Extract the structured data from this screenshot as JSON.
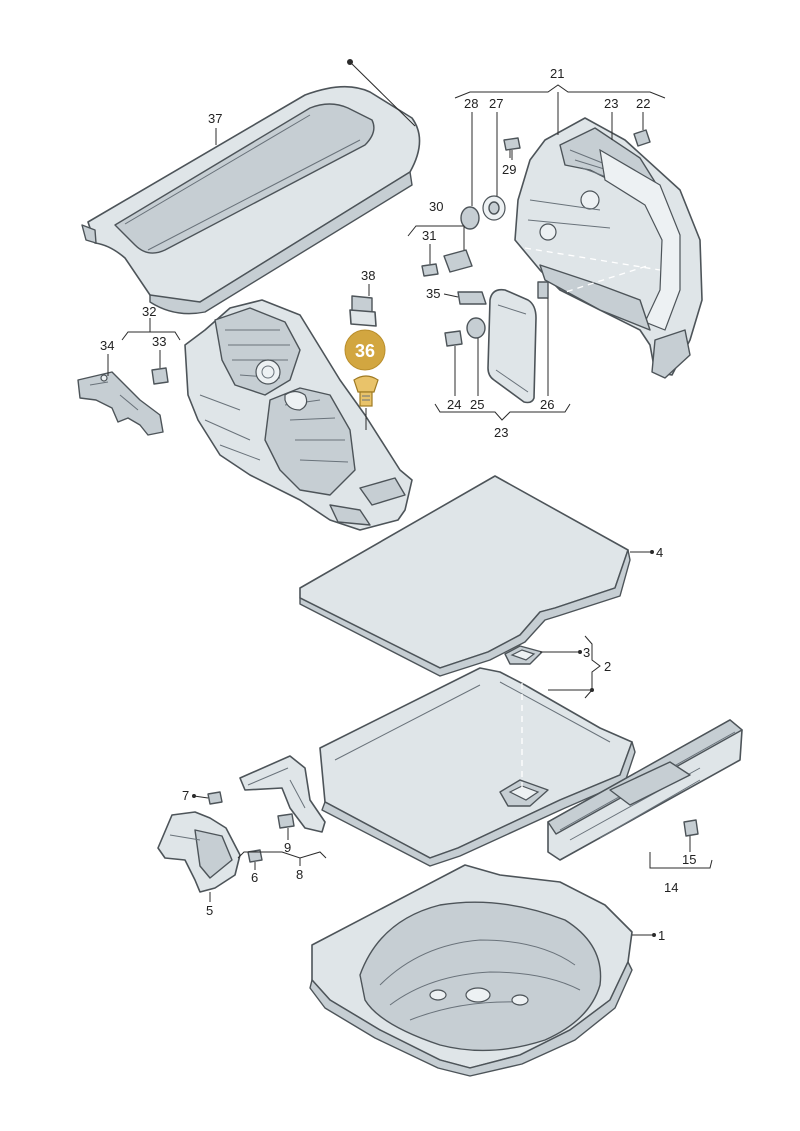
{
  "diagram": {
    "highlight_color": "#d2a640",
    "part_color": "#dfe5e8",
    "highlighted": {
      "number": "36"
    },
    "labels": {
      "n1": "1",
      "n2": "2",
      "n3": "3",
      "n4": "4",
      "n5": "5",
      "n6": "6",
      "n7": "7",
      "n8": "8",
      "n9": "9",
      "n14": "14",
      "n15": "15",
      "n21": "21",
      "n22": "22",
      "n23a": "23",
      "n23b": "23",
      "n24": "24",
      "n25": "25",
      "n26": "26",
      "n27": "27",
      "n28": "28",
      "n29": "29",
      "n30": "30",
      "n31": "31",
      "n32": "32",
      "n33": "33",
      "n34": "34",
      "n35": "35",
      "n37": "37",
      "n38": "38"
    }
  }
}
